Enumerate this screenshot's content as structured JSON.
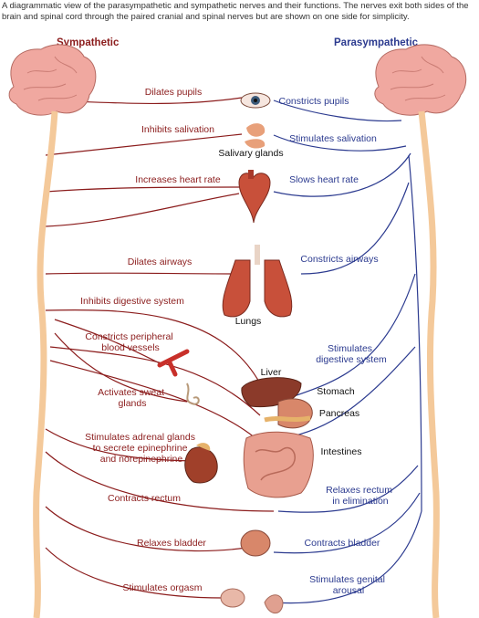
{
  "caption": "A diagrammatic view of the parasympathetic and sympathetic nerves and their functions. The nerves exit both sides of the brain and spinal cord through the paired cranial and spinal nerves but are shown on one side for simplicity.",
  "headers": {
    "sympathetic": "Sympathetic",
    "parasympathetic": "Parasympathetic"
  },
  "sympathetic_labels": [
    "Dilates pupils",
    "Inhibits salivation",
    "Increases heart rate",
    "Dilates airways",
    "Inhibits digestive system",
    [
      "Constricts peripheral",
      "blood vessels"
    ],
    [
      "Activates sweat",
      "glands"
    ],
    [
      "Stimulates adrenal glands",
      "to secrete epinephrine",
      "and norepinephrine"
    ],
    "Contracts rectum",
    "Relaxes bladder",
    "Stimulates orgasm"
  ],
  "parasympathetic_labels": [
    "Constricts pupils",
    "Stimulates salivation",
    "Slows heart rate",
    "Constricts airways",
    [
      "Stimulates",
      "digestive system"
    ],
    [
      "Relaxes rectum",
      "in elimination"
    ],
    "Contracts bladder",
    [
      "Stimulates genital",
      "arousal"
    ]
  ],
  "organ_labels": {
    "salivary": "Salivary glands",
    "lungs": "Lungs",
    "liver": "Liver",
    "stomach": "Stomach",
    "pancreas": "Pancreas",
    "intestines": "Intestines"
  },
  "colors": {
    "sympathetic": "#8b1c1c",
    "parasympathetic": "#2b3a8f",
    "brain": "#f0a8a0",
    "spinal_cord": "#f4c99a",
    "organ": "#c8503a"
  },
  "icons": [
    "brain",
    "spinal-cord",
    "eye",
    "salivary-glands",
    "heart",
    "lungs",
    "blood-vessel",
    "sweat-gland",
    "liver",
    "stomach",
    "pancreas",
    "intestines",
    "kidney-adrenal",
    "bladder",
    "female-genitals",
    "male-genitals"
  ]
}
